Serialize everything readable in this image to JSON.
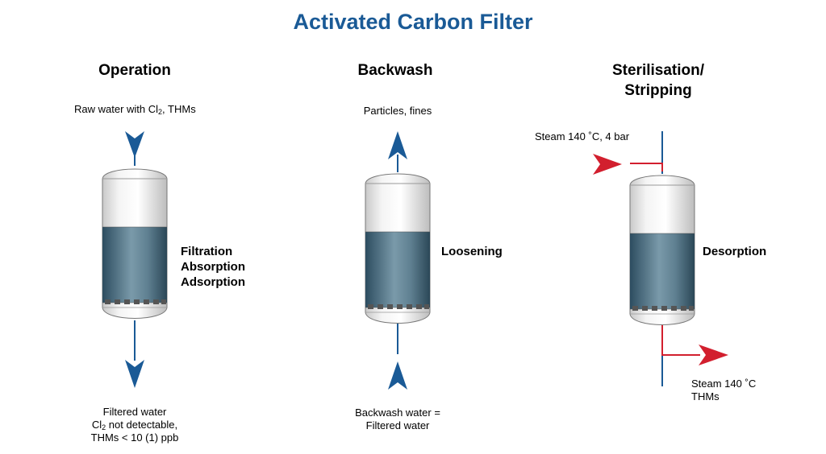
{
  "title": "Activated Carbon Filter",
  "colors": {
    "title": "#1a5a96",
    "arrow_blue": "#1a5a96",
    "arrow_red": "#d21f2e",
    "carbon_dark": "#2d4d60",
    "carbon_light": "#7a9aaa"
  },
  "sections": {
    "operation": {
      "heading": "Operation",
      "input_label": {
        "text_before": "Raw water with Cl",
        "subscript": "2",
        "text_after": ", THMs"
      },
      "process": [
        "Filtration",
        "Absorption",
        "Adsorption"
      ],
      "output_line1": "Filtered water",
      "output_line2": {
        "text_before": "Cl",
        "subscript": "2",
        "text_after": " not detectable,"
      },
      "output_line3": "THMs < 10 (1) ppb"
    },
    "backwash": {
      "heading": "Backwash",
      "top_label": "Particles, fines",
      "process": "Loosening",
      "bottom_line1": "Backwash water =",
      "bottom_line2": "Filtered water"
    },
    "sterilisation": {
      "heading_line1": "Sterilisation/",
      "heading_line2": "Stripping",
      "steam_in": "Steam 140 ˚C, 4 bar",
      "process": "Desorption",
      "steam_out_line1": "Steam 140 ˚C",
      "steam_out_line2": "THMs"
    }
  }
}
